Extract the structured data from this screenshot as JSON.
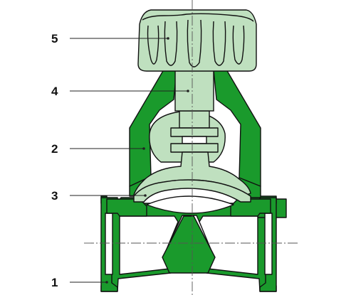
{
  "callouts": [
    {
      "number": "5",
      "part": "handwheel"
    },
    {
      "number": "4",
      "part": "spindle"
    },
    {
      "number": "2",
      "part": "bonnet"
    },
    {
      "number": "3",
      "part": "diaphragm"
    },
    {
      "number": "1",
      "part": "body"
    }
  ],
  "colors": {
    "dark_green": "#1a9a2c",
    "light_green": "#bfe0bf",
    "outline": "#111111",
    "leader": "#222222",
    "centerline": "#555555",
    "background": "#ffffff"
  }
}
